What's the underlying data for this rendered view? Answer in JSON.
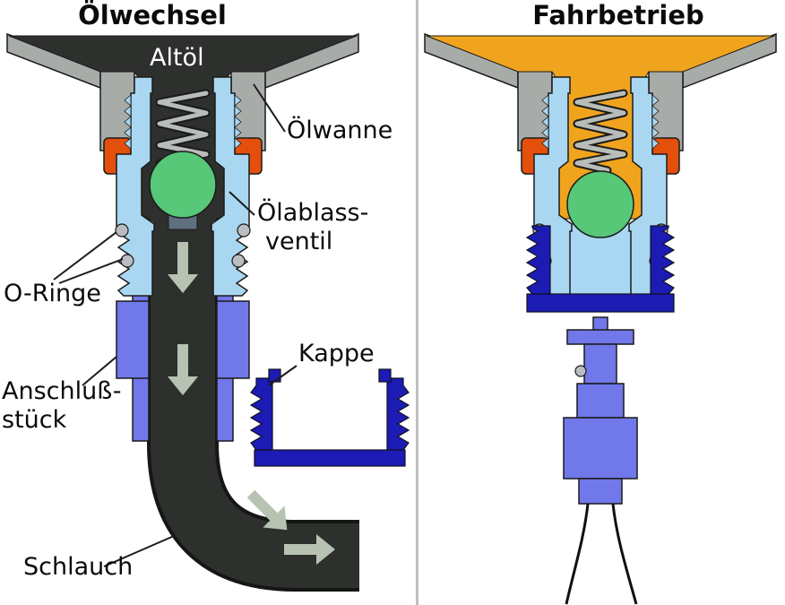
{
  "left_panel": {
    "title": "Ölwechsel",
    "labels": {
      "altoel": "Altöl",
      "oelwanne": "Ölwanne",
      "oelablassventil_1": "Ölablass-",
      "oelablassventil_2": "ventil",
      "o_ringe": "O-Ringe",
      "kappe": "Kappe",
      "anschluss_1": "Anschluß-",
      "anschluss_2": "stück",
      "schlauch": "Schlauch"
    }
  },
  "right_panel": {
    "title": "Fahrbetrieb"
  },
  "colors": {
    "pan": "#a8aca8",
    "oilold": "#2d302d",
    "oilnew": "#f0a41e",
    "valve": "#a9d7f1",
    "ball": "#57c878",
    "seal": "#e4500c",
    "conn": "#7178e9",
    "cap": "#1c1cb4",
    "arrow": "#b7c2b2",
    "spring": "#b9bdb9",
    "oring": "#b9bdc2",
    "seat": "#5f7080",
    "divider": "#bfbfbf"
  }
}
